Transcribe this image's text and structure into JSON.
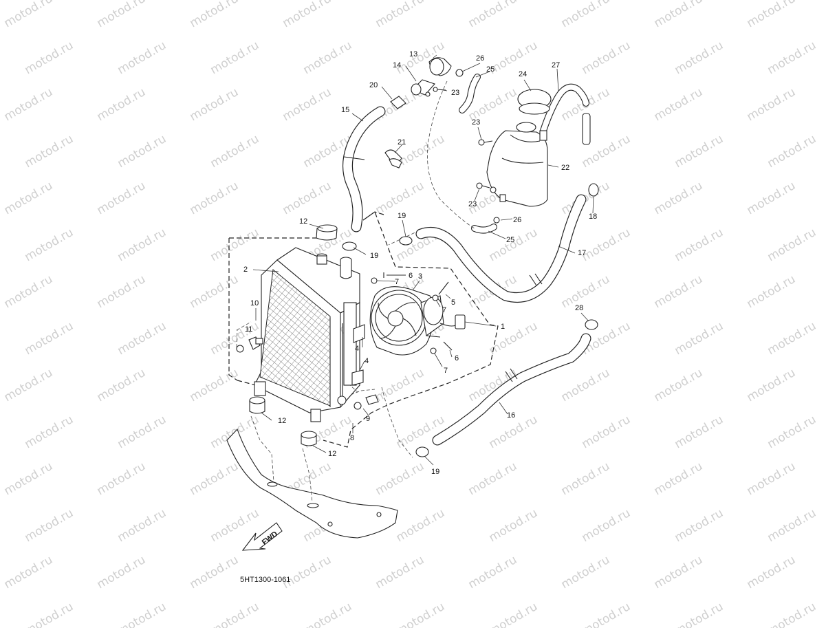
{
  "diagram_code": "5HT1300-1061",
  "watermark_text": "motod.ru",
  "fwd_label": "FWD",
  "callouts": {
    "c1": "1",
    "c2": "2",
    "c3": "3",
    "c4a": "4",
    "c4b": "4",
    "c5": "5",
    "c6a": "6",
    "c6b": "6",
    "c7a": "7",
    "c7b": "7",
    "c7c": "7",
    "c8": "8",
    "c9": "9",
    "c10": "10",
    "c11": "11",
    "c12a": "12",
    "c12b": "12",
    "c12c": "12",
    "c13": "13",
    "c14": "14",
    "c15": "15",
    "c16": "16",
    "c17": "17",
    "c18": "18",
    "c19a": "19",
    "c19b": "19",
    "c19c": "19",
    "c20": "20",
    "c21": "21",
    "c22": "22",
    "c23a": "23",
    "c23b": "23",
    "c23c": "23",
    "c24": "24",
    "c25a": "25",
    "c25b": "25",
    "c26a": "26",
    "c26b": "26",
    "c27": "27",
    "c28": "28"
  }
}
